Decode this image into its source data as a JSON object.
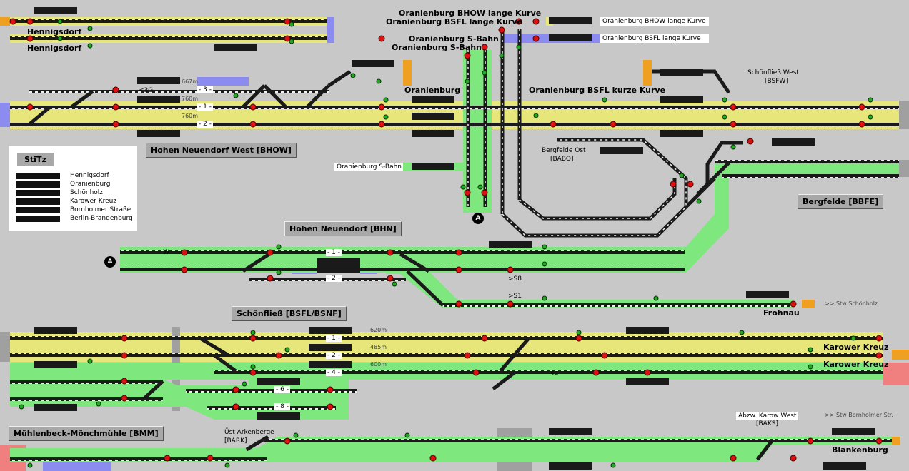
{
  "areas": {
    "bhow": "Hohen Neuendorf West [BHOW]",
    "bhn": "Hohen Neuendorf [BHN]",
    "bsfl": "Schönfließ [BSFL/BSNF]",
    "bbfe": "Bergfelde [BBFE]",
    "bmm": "Mühlenbeck-Mönchmühle [BMM]"
  },
  "places": {
    "hennigsdorf1": "Hennigsdorf",
    "hennigsdorf2": "Hennigsdorf",
    "ora_bhow_lk": "Oranienburg BHOW lange Kurve",
    "ora_bsfl_lk": "Oranienburg BSFL lange Kurve",
    "ora_sbahn1": "Oranienburg S-Bahn",
    "ora_sbahn2": "Oranienburg S-Bahn",
    "oranienburg": "Oranienburg",
    "ora_bsfl_kk": "Oranienburg BSFL kurze Kurve",
    "frohnau": "Frohnau",
    "karower1": "Karower Kreuz",
    "karower2": "Karower Kreuz",
    "blankenburg": "Blankenburg"
  },
  "small_labels": {
    "ora_bhow_lk_tag": "Oranienburg BHOW lange Kurve",
    "ora_bsfl_lk_tag": "Oranienburg BSFL lange Kurve",
    "ora_sbahn_tag": "Oranienburg S-Bahn",
    "schoenfliess_west": "Schönfließ West",
    "bsfw": "[BSFW]",
    "bergfelde_ost": "Bergfelde Ost",
    "babo": "[BABO]",
    "stw_schoenholz": ">> Stw Schönholz",
    "stw_bornholmer": ">> Stw Bornholmer Str.",
    "abzw_karow_west": "Abzw. Karow West",
    "baks": "[BAKS]",
    "uest_arkenberge": "Üst Arkenberge",
    "bark": "[BARK]",
    "s8": ">S8",
    "s1": ">S1",
    "a1": "A",
    "a2": "A",
    "m667": "667m",
    "m760a": "760m",
    "m760b": "760m",
    "m620": "620m",
    "m485": "485m",
    "m600": "600m",
    "w": "W",
    "lt3g": "<3G",
    "t4a": "4a"
  },
  "tracks": {
    "t3": "- 3 -",
    "t1": "- 1 -",
    "t2": "- 2 -",
    "bhn1": "- 1 -",
    "bhn2": "- 2 -",
    "bs1": "- 1 -",
    "bs2": "- 2 -",
    "bs4": "- 4 -",
    "bs6": "- 6 -",
    "bs8": "- 8 -"
  },
  "legend": {
    "title": "StiTz",
    "items": [
      "Hennigsdorf",
      "Oranienburg",
      "Schönholz",
      "Karower Kreuz",
      "Bornholmer Straße",
      "Berlin-Brandenburg"
    ]
  },
  "colors": {
    "background": "#c8c8c8",
    "yellow_route": "#e6e67a",
    "green_route": "#7ee87e",
    "occupied_blue": "#8c8cf0",
    "signal_red": "#dd1111",
    "signal_green": "#22aa22",
    "entry_orange": "#f0a020",
    "block_dark": "#1a1a1a"
  }
}
